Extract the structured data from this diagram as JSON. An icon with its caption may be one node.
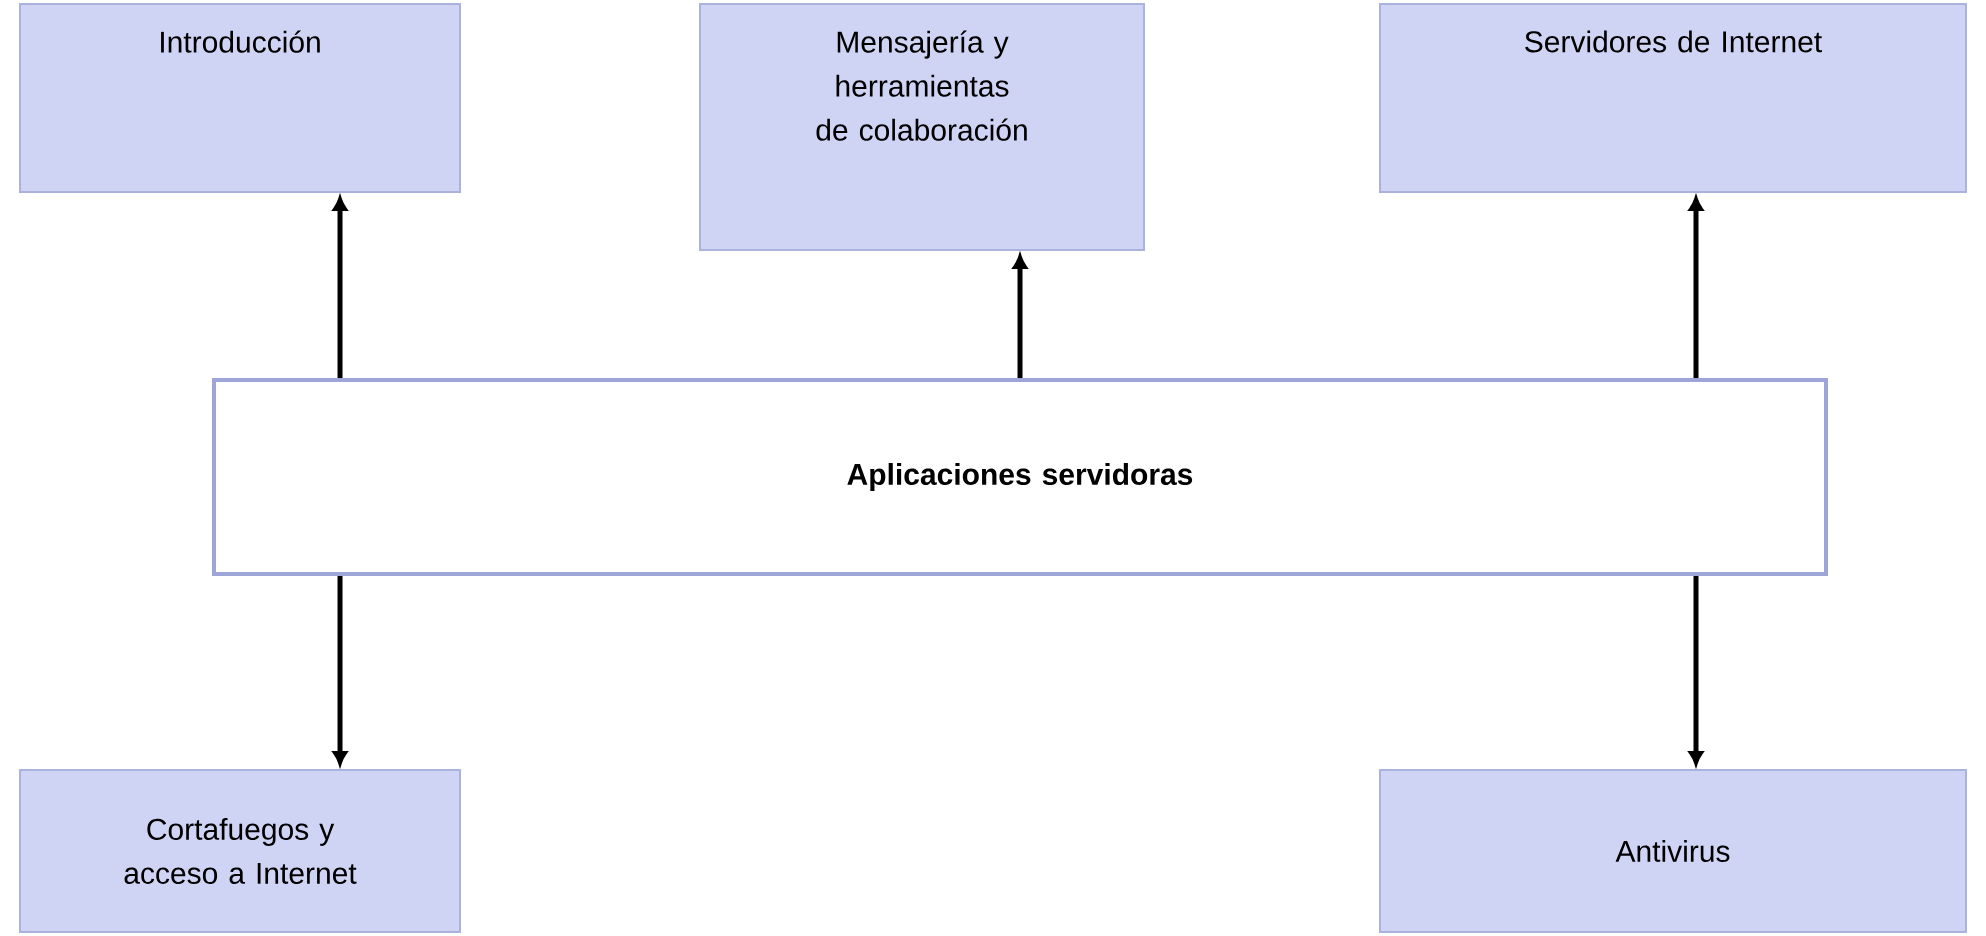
{
  "diagram": {
    "nodes": [
      {
        "text": [
          "Introducción"
        ]
      },
      {
        "text": [
          "Mensajería y herramientas de colaboración"
        ]
      },
      {
        "text": [
          "Servidores de Internet"
        ]
      },
      {
        "text": [
          "Aplicaciones servidoras"
        ]
      },
      {
        "text": [
          "Cortafuegos y acceso a Internet"
        ]
      },
      {
        "text": [
          "Antivirus"
        ]
      }
    ],
    "edges": [
      {
        "from": 3,
        "to": 0,
        "arrow": "to"
      },
      {
        "from": 3,
        "to": 1,
        "arrow": "to"
      },
      {
        "from": 3,
        "to": 2,
        "arrow": "to"
      },
      {
        "from": 3,
        "to": 4,
        "arrow": "to"
      },
      {
        "from": 3,
        "to": 5,
        "arrow": "to"
      }
    ]
  }
}
